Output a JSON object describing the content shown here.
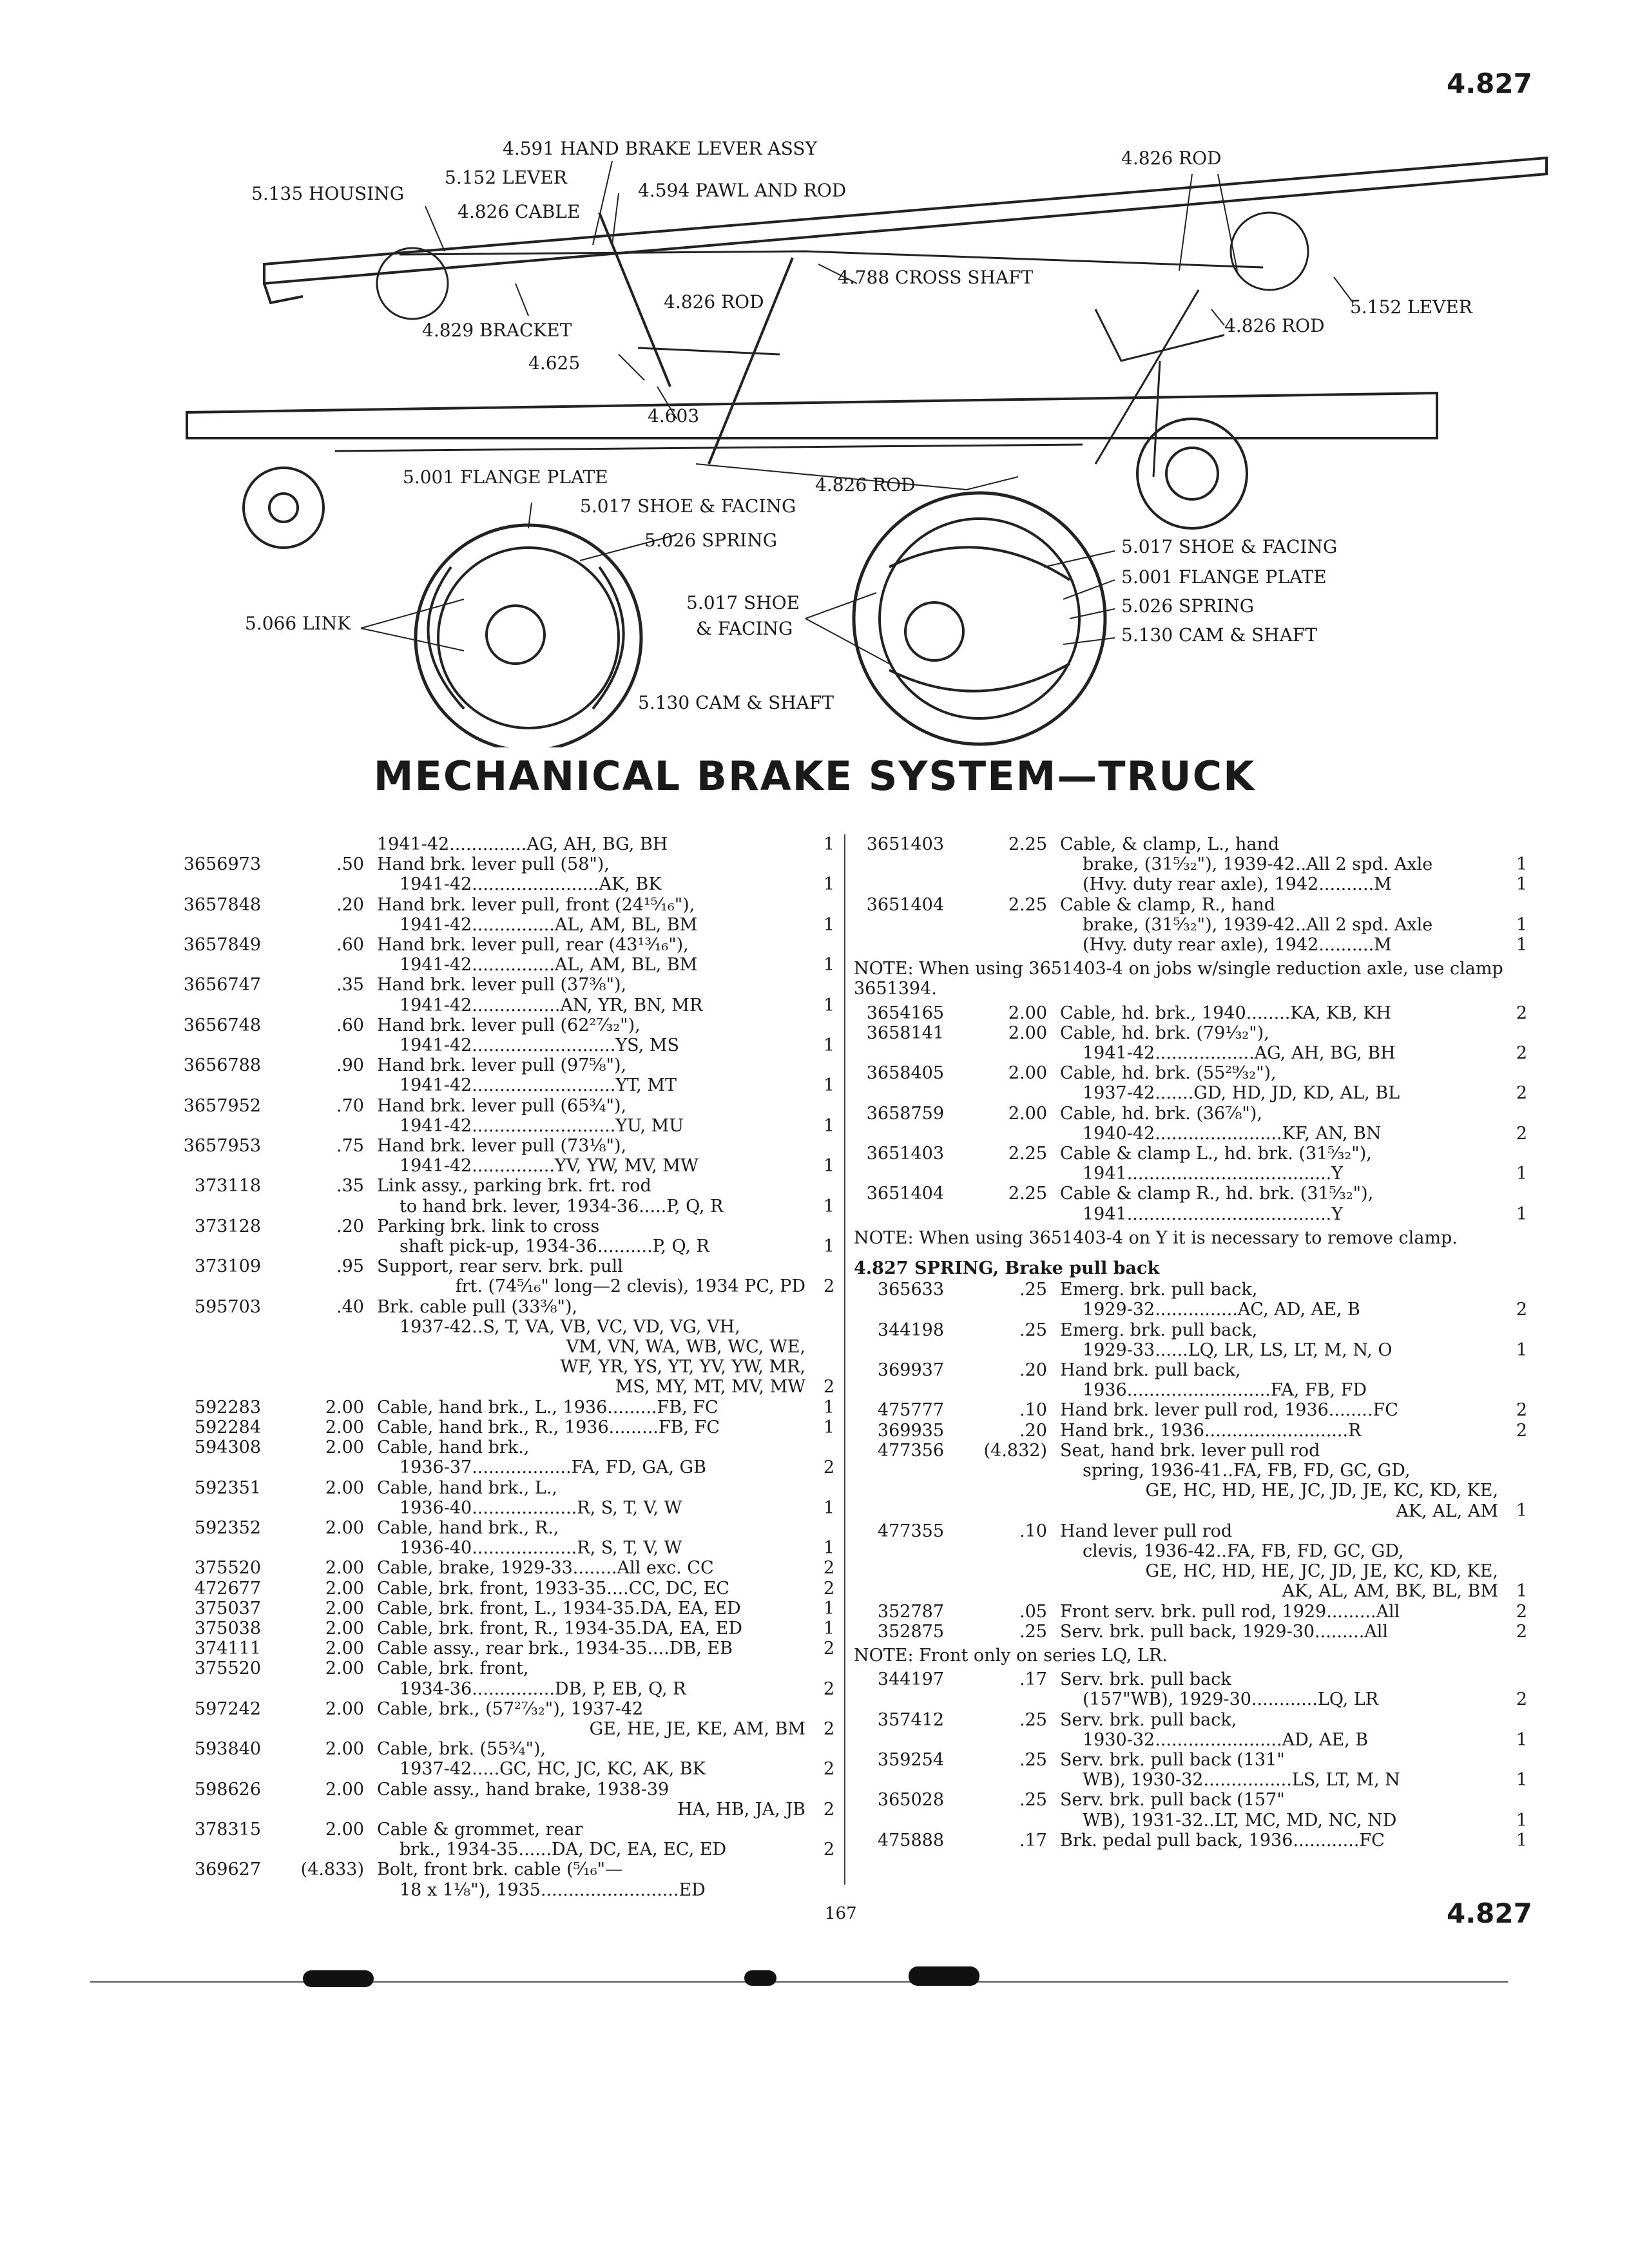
{
  "page_number_top": "4.827",
  "page_number_bottom": "4.827",
  "footer_page": "167",
  "title": "MECHANICAL BRAKE SYSTEM—TRUCK",
  "diagram_labels": {
    "hand_brake_lever_assy": "4.591 HAND BRAKE LEVER ASSY",
    "housing": "5.135 HOUSING",
    "lever_152": "5.152 LEVER",
    "cable_4826": "4.826 CABLE",
    "pawl_and_rod": "4.594 PAWL AND ROD",
    "rod_top": "4.826 ROD",
    "cross_shaft": "4.788 CROSS SHAFT",
    "rod_middle": "4.826 ROD",
    "lever_right": "5.152 LEVER",
    "rod_right": "4.826 ROD",
    "bracket": "4.829 BRACKET",
    "part_4625": "4.625",
    "part_4603": "4.603",
    "flange_plate_left": "5.001 FLANGE PLATE",
    "rod_bottom": "4.826 ROD",
    "shoe_facing_left": "5.017 SHOE & FACING",
    "spring_left": "5.026 SPRING",
    "link": "5.066 LINK",
    "shoe_center_1": "5.017 SHOE",
    "shoe_center_2": "& FACING",
    "cam_shaft_left": "5.130 CAM & SHAFT",
    "shoe_facing_right": "5.017 SHOE & FACING",
    "flange_plate_right": "5.001 FLANGE PLATE",
    "spring_right": "5.026 SPRING",
    "cam_shaft_right": "5.130 CAM & SHAFT"
  },
  "left_column": [
    {
      "part": "",
      "price": "",
      "lines": [
        "1941-42..............AG, AH, BG, BH"
      ],
      "qty": "1"
    },
    {
      "part": "3656973",
      "price": ".50",
      "lines": [
        "Hand brk. lever pull (58\"),",
        "1941-42.......................AK, BK"
      ],
      "qty": "1"
    },
    {
      "part": "3657848",
      "price": ".20",
      "lines": [
        "Hand brk. lever pull, front (24¹⁵⁄₁₆\"),",
        "1941-42...............AL, AM, BL, BM"
      ],
      "qty": "1"
    },
    {
      "part": "3657849",
      "price": ".60",
      "lines": [
        "Hand brk. lever pull, rear (43¹³⁄₁₆\"),",
        "1941-42...............AL, AM, BL, BM"
      ],
      "qty": "1"
    },
    {
      "part": "3656747",
      "price": ".35",
      "lines": [
        "Hand brk. lever pull (37³⁄₈\"),",
        "1941-42................AN, YR, BN, MR"
      ],
      "qty": "1"
    },
    {
      "part": "3656748",
      "price": ".60",
      "lines": [
        "Hand brk. lever pull (62²⁷⁄₃₂\"),",
        "1941-42..........................YS, MS"
      ],
      "qty": "1"
    },
    {
      "part": "3656788",
      "price": ".90",
      "lines": [
        "Hand brk. lever pull (97⁵⁄₈\"),",
        "1941-42..........................YT, MT"
      ],
      "qty": "1"
    },
    {
      "part": "3657952",
      "price": ".70",
      "lines": [
        "Hand brk. lever pull (65³⁄₄\"),",
        "1941-42..........................YU, MU"
      ],
      "qty": "1"
    },
    {
      "part": "3657953",
      "price": ".75",
      "lines": [
        "Hand brk. lever pull (73¹⁄₈\"),",
        "1941-42...............YV, YW, MV, MW"
      ],
      "qty": "1"
    },
    {
      "part": "373118",
      "price": ".35",
      "lines": [
        "Link assy., parking brk. frt. rod",
        "to hand brk. lever, 1934-36.....P, Q, R"
      ],
      "qty": "1"
    },
    {
      "part": "373128",
      "price": ".20",
      "lines": [
        "Parking brk. link to cross",
        "shaft pick-up, 1934-36..........P, Q, R"
      ],
      "qty": "1"
    },
    {
      "part": "373109",
      "price": ".95",
      "lines": [
        "Support, rear serv. brk. pull",
        "frt. (74⁵⁄₁₆\" long—2 clevis), 1934 PC, PD"
      ],
      "qty": "2"
    },
    {
      "part": "595703",
      "price": ".40",
      "lines": [
        "Brk. cable pull (33³⁄₈\"),",
        "1937-42..S, T, VA, VB, VC, VD, VG, VH,",
        "VM, VN, WA, WB, WC, WE,",
        "WF, YR, YS, YT, YV, YW, MR,",
        "MS, MY, MT, MV, MW"
      ],
      "qty": "2"
    },
    {
      "part": "592283",
      "price": "2.00",
      "lines": [
        "Cable, hand brk., L., 1936.........FB, FC"
      ],
      "qty": "1"
    },
    {
      "part": "592284",
      "price": "2.00",
      "lines": [
        "Cable, hand brk., R., 1936.........FB, FC"
      ],
      "qty": "1"
    },
    {
      "part": "594308",
      "price": "2.00",
      "lines": [
        "Cable, hand brk.,",
        "1936-37..................FA, FD, GA, GB"
      ],
      "qty": "2"
    },
    {
      "part": "592351",
      "price": "2.00",
      "lines": [
        "Cable, hand brk., L.,",
        "1936-40...................R, S, T, V, W"
      ],
      "qty": "1"
    },
    {
      "part": "592352",
      "price": "2.00",
      "lines": [
        "Cable, hand brk., R.,",
        "1936-40...................R, S, T, V, W"
      ],
      "qty": "1"
    },
    {
      "part": "375520",
      "price": "2.00",
      "lines": [
        "Cable, brake, 1929-33........All exc. CC"
      ],
      "qty": "2"
    },
    {
      "part": "472677",
      "price": "2.00",
      "lines": [
        "Cable, brk. front, 1933-35....CC, DC, EC"
      ],
      "qty": "2"
    },
    {
      "part": "375037",
      "price": "2.00",
      "lines": [
        "Cable, brk. front, L., 1934-35.DA, EA, ED"
      ],
      "qty": "1"
    },
    {
      "part": "375038",
      "price": "2.00",
      "lines": [
        "Cable, brk. front, R., 1934-35.DA, EA, ED"
      ],
      "qty": "1"
    },
    {
      "part": "374111",
      "price": "2.00",
      "lines": [
        "Cable assy., rear brk., 1934-35....DB, EB"
      ],
      "qty": "2"
    },
    {
      "part": "375520",
      "price": "2.00",
      "lines": [
        "Cable, brk. front,",
        "1934-36...............DB, P, EB, Q, R"
      ],
      "qty": "2"
    },
    {
      "part": "597242",
      "price": "2.00",
      "lines": [
        "Cable, brk., (57²⁷⁄₃₂\"), 1937-42",
        "GE, HE, JE, KE, AM, BM"
      ],
      "qty": "2"
    },
    {
      "part": "593840",
      "price": "2.00",
      "lines": [
        "Cable, brk. (55³⁄₄\"),",
        "1937-42.....GC, HC, JC, KC, AK, BK"
      ],
      "qty": "2"
    },
    {
      "part": "598626",
      "price": "2.00",
      "lines": [
        "Cable assy., hand brake, 1938-39",
        "HA, HB, JA, JB"
      ],
      "qty": "2"
    },
    {
      "part": "378315",
      "price": "2.00",
      "lines": [
        "Cable & grommet, rear",
        "brk., 1934-35......DA, DC, EA, EC, ED"
      ],
      "qty": "2"
    },
    {
      "part": "369627",
      "price": "(4.833)",
      "lines": [
        "Bolt, front brk. cable (⁵⁄₁₆\"—",
        "18 x 1¹⁄₈\"), 1935.........................ED"
      ],
      "qty": ""
    }
  ],
  "right_column_top": [
    {
      "part": "3651403",
      "price": "2.25",
      "lines": [
        "Cable, & clamp, L., hand",
        "brake, (31⁵⁄₃₂\"), 1939-42..All 2 spd. Axle",
        "(Hvy. duty rear axle), 1942..........M"
      ],
      "qtys": [
        "",
        "1",
        "1"
      ]
    },
    {
      "part": "3651404",
      "price": "2.25",
      "lines": [
        "Cable & clamp, R., hand",
        "brake, (31⁵⁄₃₂\"), 1939-42..All 2 spd. Axle",
        "(Hvy. duty rear axle), 1942..........M"
      ],
      "qtys": [
        "",
        "1",
        "1"
      ]
    }
  ],
  "note_1": "NOTE: When using 3651403-4 on jobs w/single reduction axle, use clamp 3651394.",
  "right_column_mid": [
    {
      "part": "3654165",
      "price": "2.00",
      "lines": [
        "Cable, hd. brk., 1940........KA, KB, KH"
      ],
      "qty": "2"
    },
    {
      "part": "3658141",
      "price": "2.00",
      "lines": [
        "Cable, hd. brk. (79¹⁄₃₂\"),",
        "1941-42..................AG, AH, BG, BH"
      ],
      "qty": "2"
    },
    {
      "part": "3658405",
      "price": "2.00",
      "lines": [
        "Cable, hd. brk. (55²⁹⁄₃₂\"),",
        "1937-42.......GD, HD, JD, KD, AL, BL"
      ],
      "qty": "2"
    },
    {
      "part": "3658759",
      "price": "2.00",
      "lines": [
        "Cable, hd. brk. (36⁷⁄₈\"),",
        "1940-42.......................KF, AN, BN"
      ],
      "qty": "2"
    },
    {
      "part": "3651403",
      "price": "2.25",
      "lines": [
        "Cable & clamp L., hd. brk. (31⁵⁄₃₂\"),",
        "1941.....................................Y"
      ],
      "qty": "1"
    },
    {
      "part": "3651404",
      "price": "2.25",
      "lines": [
        "Cable & clamp R., hd. brk. (31⁵⁄₃₂\"),",
        "1941.....................................Y"
      ],
      "qty": "1"
    }
  ],
  "note_2": "NOTE: When using 3651403-4 on Y it is necessary to remove clamp.",
  "section_heading": "4.827  SPRING, Brake pull back",
  "right_column_spring": [
    {
      "part": "365633",
      "price": ".25",
      "lines": [
        "Emerg. brk. pull back,",
        "1929-32...............AC, AD, AE, B"
      ],
      "qty": "2"
    },
    {
      "part": "344198",
      "price": ".25",
      "lines": [
        "Emerg. brk. pull back,",
        "1929-33......LQ, LR, LS, LT, M, N, O"
      ],
      "qty": "1"
    },
    {
      "part": "369937",
      "price": ".20",
      "lines": [
        "Hand brk. pull back,",
        "1936..........................FA, FB, FD"
      ],
      "qty": ""
    },
    {
      "part": "475777",
      "price": ".10",
      "lines": [
        "Hand brk. lever pull rod, 1936........FC"
      ],
      "qty": "2"
    },
    {
      "part": "369935",
      "price": ".20",
      "lines": [
        "Hand brk., 1936..........................R"
      ],
      "qty": "2"
    },
    {
      "part": "477356",
      "price": "(4.832)",
      "lines": [
        "Seat, hand brk. lever pull rod",
        "spring, 1936-41..FA, FB, FD, GC, GD,",
        "GE, HC, HD, HE, JC, JD, JE, KC, KD, KE,",
        "AK, AL, AM"
      ],
      "qty": "1"
    },
    {
      "part": "477355",
      "price": ".10",
      "lines": [
        "Hand lever pull rod",
        "clevis, 1936-42..FA, FB, FD, GC, GD,",
        "GE, HC, HD, HE, JC, JD, JE, KC, KD, KE,",
        "AK, AL, AM, BK, BL, BM"
      ],
      "qty": "1"
    },
    {
      "part": "352787",
      "price": ".05",
      "lines": [
        "Front serv. brk. pull rod, 1929.........All"
      ],
      "qty": "2"
    },
    {
      "part": "352875",
      "price": ".25",
      "lines": [
        "Serv. brk. pull back, 1929-30.........All"
      ],
      "qty": "2"
    }
  ],
  "note_3": "NOTE: Front only on series LQ, LR.",
  "right_column_end": [
    {
      "part": "344197",
      "price": ".17",
      "lines": [
        "Serv. brk. pull back",
        "(157\"WB), 1929-30............LQ, LR"
      ],
      "qty": "2"
    },
    {
      "part": "357412",
      "price": ".25",
      "lines": [
        "Serv. brk. pull back,",
        "1930-32.......................AD, AE, B"
      ],
      "qty": "1"
    },
    {
      "part": "359254",
      "price": ".25",
      "lines": [
        "Serv. brk. pull back (131\"",
        "WB), 1930-32................LS, LT, M, N"
      ],
      "qty": "1"
    },
    {
      "part": "365028",
      "price": ".25",
      "lines": [
        "Serv. brk. pull back (157\"",
        "WB), 1931-32..LT, MC, MD, NC, ND"
      ],
      "qty": "1"
    },
    {
      "part": "475888",
      "price": ".17",
      "lines": [
        "Brk. pedal pull back, 1936............FC"
      ],
      "qty": "1"
    }
  ]
}
